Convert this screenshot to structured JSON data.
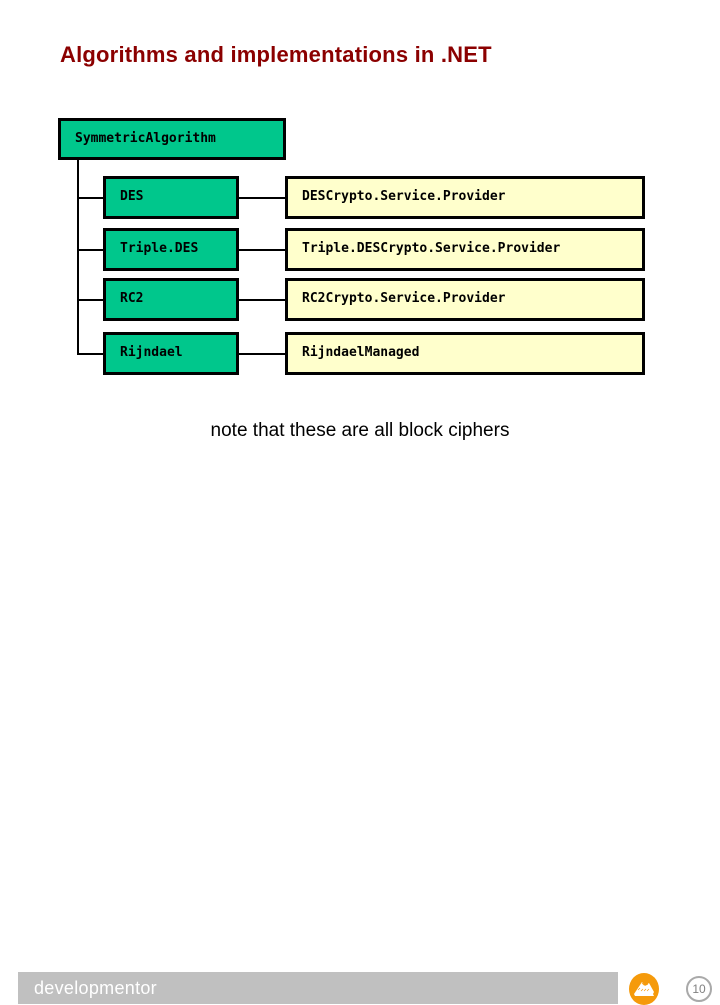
{
  "slide": {
    "title": "Algorithms and implementations in .NET",
    "caption": "note that these are all block ciphers",
    "title_color": "#8B0000"
  },
  "diagram": {
    "root": {
      "label": "SymmetricAlgorithm",
      "fill": "#00C78C"
    },
    "algorithm_fill": "#00C78C",
    "implementation_fill": "#FFFFCC",
    "rows": [
      {
        "algorithm": "DES",
        "implementation": "DESCrypto.Service.Provider"
      },
      {
        "algorithm": "Triple.DES",
        "implementation": "Triple.DESCrypto.Service.Provider"
      },
      {
        "algorithm": "RC2",
        "implementation": "RC2Crypto.Service.Provider"
      },
      {
        "algorithm": "Rijndael",
        "implementation": "RijndaelManaged"
      }
    ]
  },
  "footer": {
    "brand": "developmentor",
    "slide_number": "10",
    "bar_color": "#C0C0C0",
    "logo_color": "#F59A0B",
    "logo_icon": "mountain-swoosh-icon"
  }
}
